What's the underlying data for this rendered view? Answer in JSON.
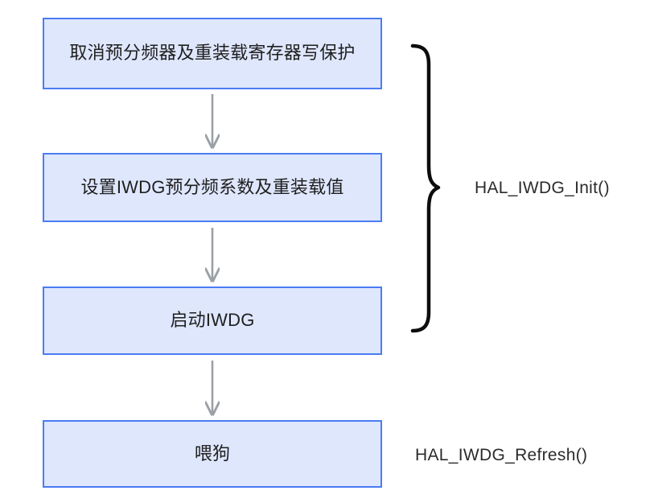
{
  "diagram": {
    "title": "IWDG HAL flow",
    "colors": {
      "node_fill": "#dfe7fd",
      "node_border": "#4a7cf5",
      "arrow": "#9aa0a6",
      "brace": "#0d0d0d",
      "text": "#1f1f1f"
    },
    "nodes": [
      {
        "id": "node-1",
        "label": "取消预分频器及重装载寄存器写保护"
      },
      {
        "id": "node-2",
        "label": "设置IWDG预分频系数及重装载值"
      },
      {
        "id": "node-3",
        "label": "启动IWDG"
      },
      {
        "id": "node-4",
        "label": "喂狗"
      }
    ],
    "connectors": [
      {
        "id": "arrow-1-2",
        "from": "node-1",
        "to": "node-2",
        "style": "arrow-down"
      },
      {
        "id": "arrow-2-3",
        "from": "node-2",
        "to": "node-3",
        "style": "arrow-down"
      },
      {
        "id": "arrow-3-4",
        "from": "node-3",
        "to": "node-4",
        "style": "arrow-down"
      }
    ],
    "groupings": [
      {
        "id": "group-init",
        "label": "HAL_IWDG_Init()",
        "covers": [
          "node-1",
          "node-2",
          "node-3"
        ],
        "marker": "curly-brace"
      },
      {
        "id": "group-refresh",
        "label": "HAL_IWDG_Refresh()",
        "covers": [
          "node-4"
        ],
        "marker": "none"
      }
    ]
  }
}
